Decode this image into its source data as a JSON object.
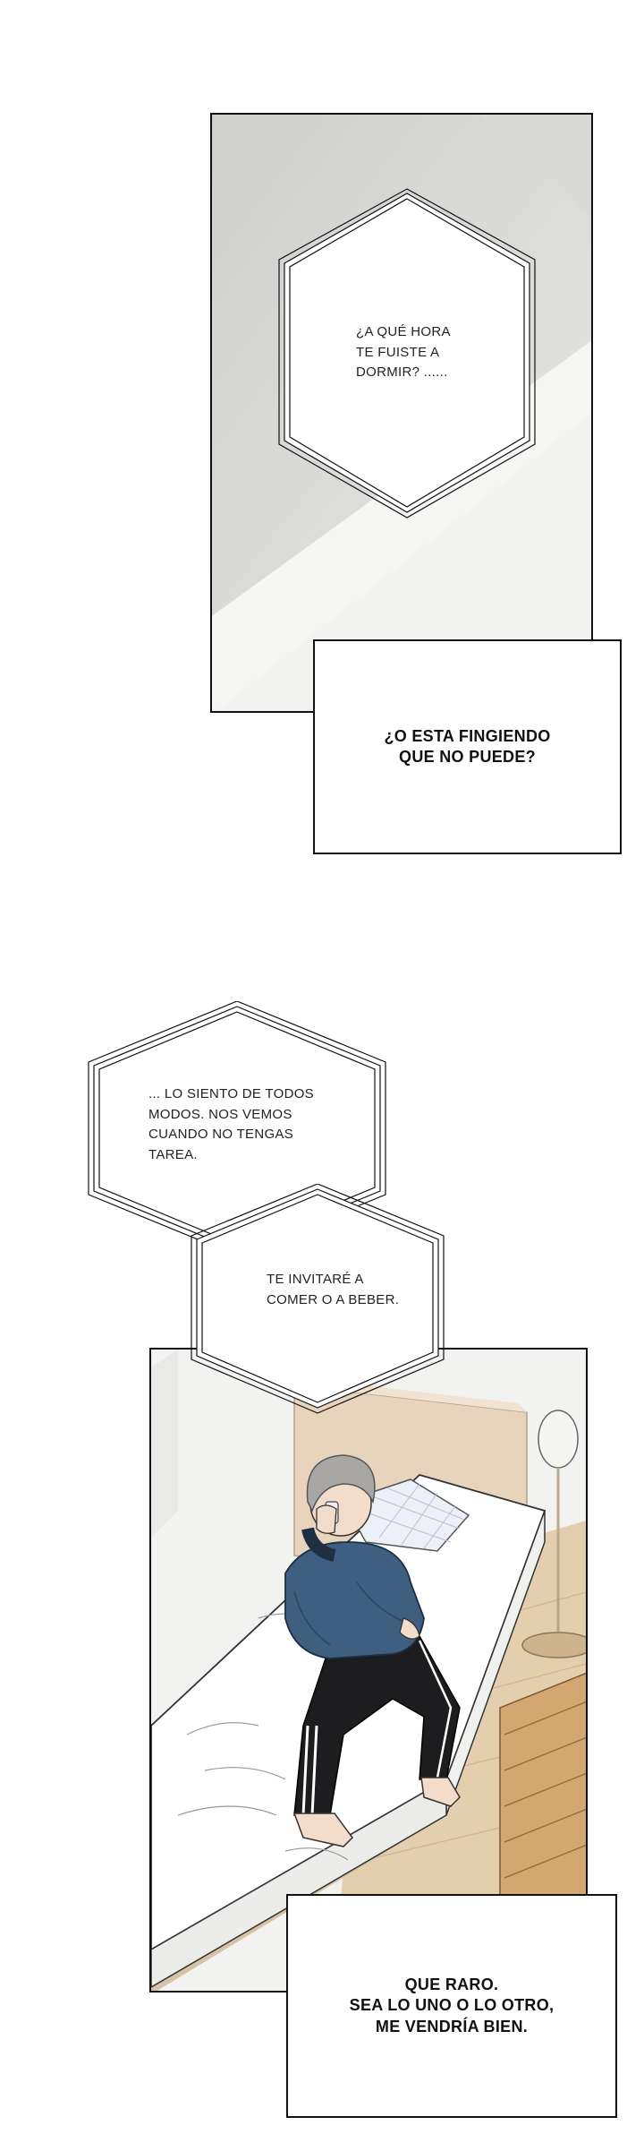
{
  "scene1": {
    "bubble_text": "¿A QUÉ HORA\nTE FUISTE A\nDORMIR? ......",
    "caption_text": "¿O ESTA FINGIENDO\nQUE NO PUEDE?"
  },
  "scene2": {
    "bubble1_text": "... LO SIENTO DE TODOS\nMODOS. NOS VEMOS\nCUANDO NO TENGAS\nTAREA.",
    "bubble2_text": "TE INVITARÉ A\nCOMER O A BEBER.",
    "caption_text": "QUE RARO.\nSEA LO UNO O LO OTRO,\nME VENDRÍA BIEN."
  },
  "colors": {
    "ink": "#111111",
    "wall_gray": "#d6d6d4",
    "floor_wood": "#e3cfae",
    "headboard": "#e8d4bd",
    "hoodie_blue": "#3e5f80",
    "pants_black": "#1d1d1f",
    "hair_gray": "#a9a7a4",
    "skin": "#f4dccb"
  }
}
